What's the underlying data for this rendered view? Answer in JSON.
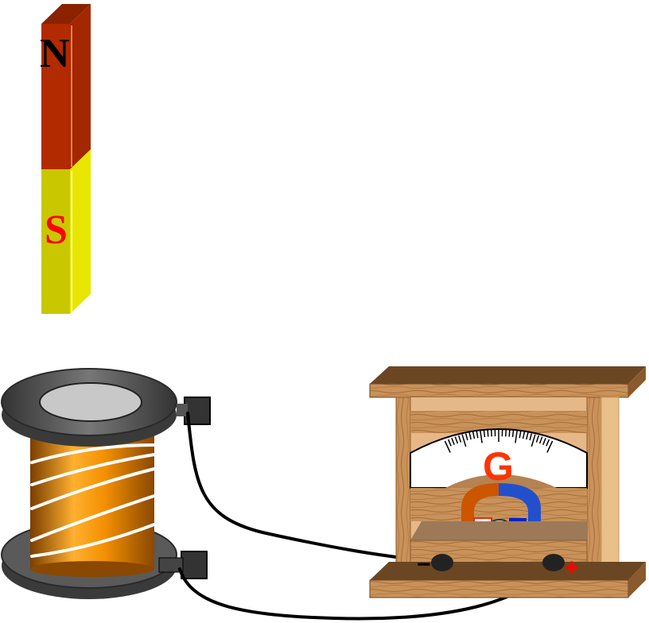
{
  "magnet": {
    "north_label": "N",
    "south_label": "S",
    "north_color": "#b22a00",
    "south_color": "#d6d400"
  },
  "galvanometer": {
    "label": "G",
    "label_color": "#ff3300",
    "negative_label": "−",
    "positive_label": "+",
    "positive_color": "#ff0000",
    "wood_color": "#c8925a"
  },
  "coil": {
    "winding_color": "#f08c00"
  }
}
